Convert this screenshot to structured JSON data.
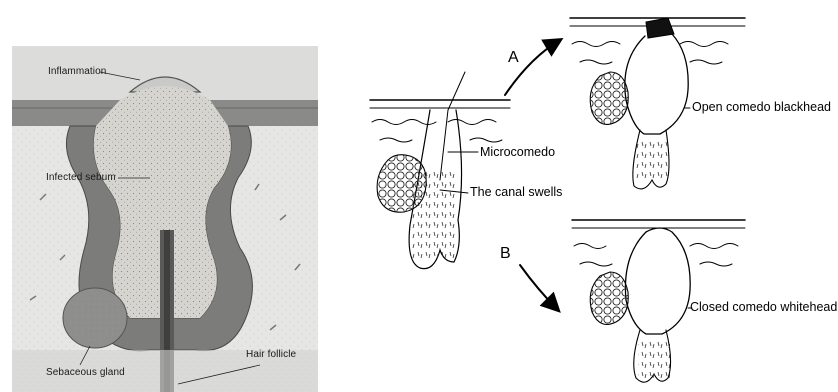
{
  "left_panel": {
    "labels": {
      "inflammation": "Inflammation",
      "infected_sebum": "Infected sebum",
      "sebaceous_gland": "Sebaceous gland",
      "hair_follicle": "Hair follicle"
    }
  },
  "right_panel": {
    "labels": {
      "microcomedo": "Microcomedo",
      "canal_swells": "The canal swells",
      "open_comedo": "Open comedo blackhead",
      "closed_comedo": "Closed comedo whitehead",
      "path_a": "A",
      "path_b": "B"
    }
  }
}
